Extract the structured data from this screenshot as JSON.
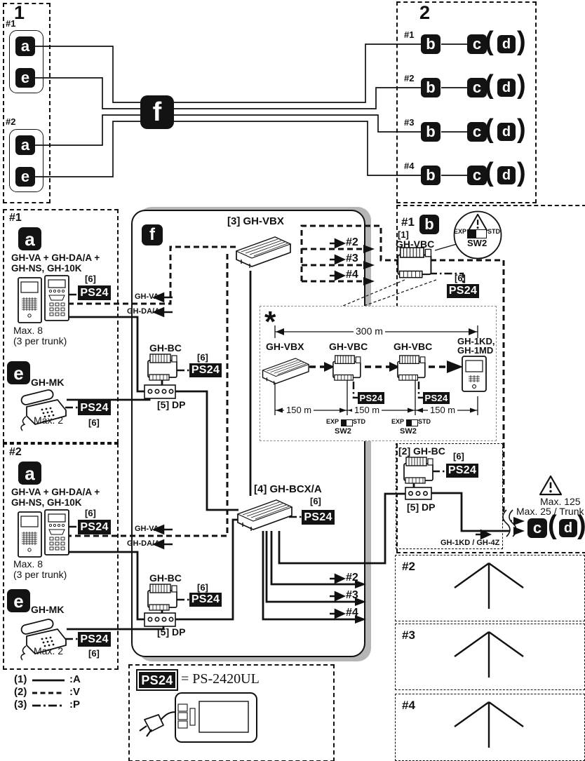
{
  "palette": {
    "ink": "#111111",
    "gray": "#b5b5b5"
  },
  "glyphs": {
    "asterisk": "*",
    "paren_open": "(",
    "paren_close": ")"
  },
  "icons": {
    "a": "a",
    "b": "b",
    "c": "c",
    "d": "d",
    "e": "e",
    "f": "f"
  },
  "shared": {
    "ps24": "PS24",
    "ref6": "[6]",
    "dp": "[5] DP",
    "gh_bc": "GH-BC",
    "gh_va_arrow": "GH-VA",
    "gh_daa_arrow": "GH-DA/A"
  },
  "top": {
    "box1_label": "1",
    "box2_label": "2",
    "box1_groups": [
      {
        "id": "#1"
      },
      {
        "id": "#2"
      }
    ],
    "box2_rows": [
      {
        "id": "#1"
      },
      {
        "id": "#2"
      },
      {
        "id": "#3"
      },
      {
        "id": "#4"
      }
    ]
  },
  "entrance": {
    "name_line1": "GH-VA + GH-DA/A +",
    "name_line2": "GH-NS, GH-10K",
    "max": "Max. 8",
    "max_note": "(3 per trunk)"
  },
  "guard": {
    "name": "GH-MK",
    "max": "Max. 2"
  },
  "trunks": [
    {
      "id": "#1"
    },
    {
      "id": "#2"
    }
  ],
  "hub": {
    "vbx": "[3] GH-VBX",
    "bcx": "[4] GH-BCX/A",
    "out": [
      "#2",
      "#3",
      "#4"
    ]
  },
  "riser": {
    "id": "#1",
    "ref": "[1]",
    "name": "GH-VBC",
    "sw": {
      "exp": "EXP",
      "std": "STD",
      "name": "SW2"
    },
    "bc": "[2] GH-BC",
    "max1": "Max. 125",
    "max2": "Max. 25 / Trunk",
    "wire_note": "GH-1KD / GH-4Z"
  },
  "detail": {
    "mark": "*",
    "dim_total": "300 m",
    "dim_seg": "150 m",
    "devices": [
      "GH-VBX",
      "GH-VBC",
      "GH-VBC"
    ],
    "end_device_line1": "GH-1KD,",
    "end_device_line2": "GH-1MD",
    "sw": {
      "exp": "EXP",
      "std": "STD",
      "name": "SW2"
    }
  },
  "continuation": [
    {
      "id": "#2"
    },
    {
      "id": "#3"
    },
    {
      "id": "#4"
    }
  ],
  "legend": {
    "rows": [
      {
        "num": "(1)",
        "label": ":A"
      },
      {
        "num": "(2)",
        "label": ":V"
      },
      {
        "num": "(3)",
        "label": ":P"
      }
    ]
  },
  "psu": {
    "badge": "PS24",
    "equals": "= PS-2420UL"
  }
}
